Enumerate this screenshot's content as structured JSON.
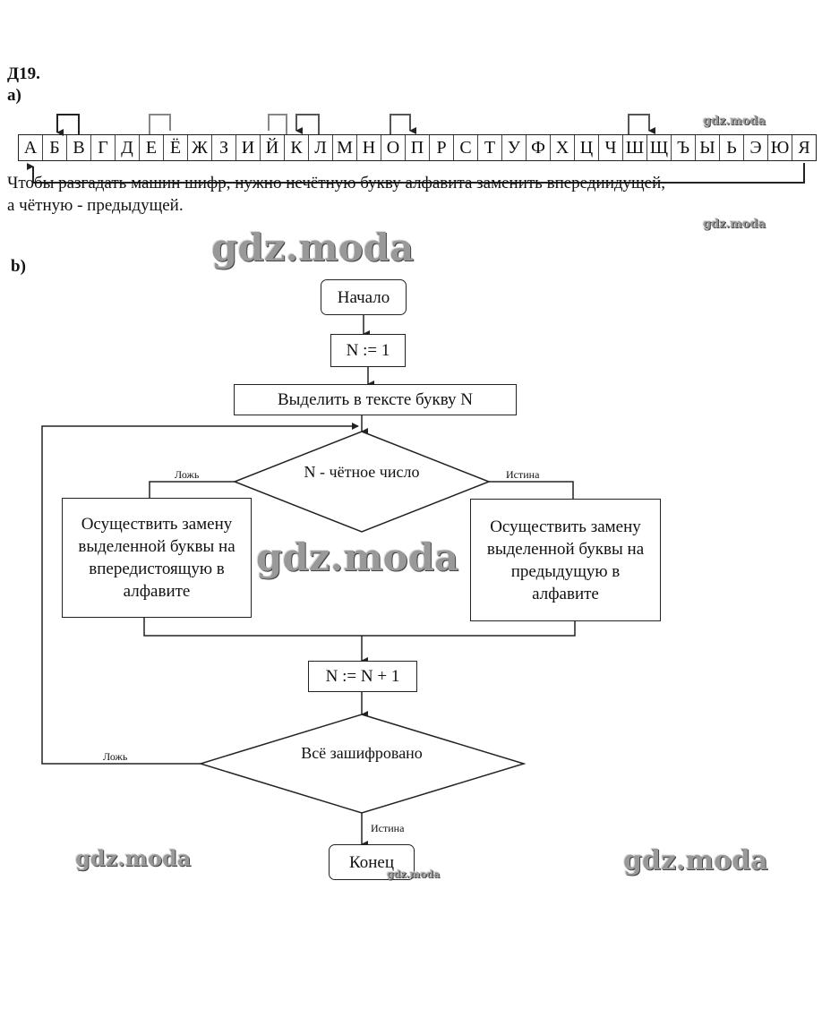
{
  "task": "Д19.",
  "part_a": "а)",
  "part_b": "b)",
  "alphabet": [
    "А",
    "Б",
    "В",
    "Г",
    "Д",
    "Е",
    "Ё",
    "Ж",
    "З",
    "И",
    "Й",
    "К",
    "Л",
    "М",
    "Н",
    "О",
    "П",
    "Р",
    "С",
    "Т",
    "У",
    "Ф",
    "Х",
    "Ц",
    "Ч",
    "Ш",
    "Щ",
    "Ъ",
    "Ы",
    "Ь",
    "Э",
    "Ю",
    "Я"
  ],
  "explanation_line1": "Чтобы разгадать машин шифр, нужно нечётную букву алфавита заменить впередиидущей,",
  "explanation_line2": "а чётную - предыдущей.",
  "flow": {
    "start": "Начало",
    "init": "N := 1",
    "select": "Выделить в тексте букву N",
    "cond1": "N - чётное число",
    "false1": "Ложь",
    "true1": "Истина",
    "left_action": "Осуществить замену выделенной буквы на впередистоящую в алфавите",
    "right_action": "Осуществить замену выделенной буквы на предыдущую в алфавите",
    "increment": "N := N + 1",
    "cond2": "Всё зашифровано",
    "false2": "Ложь",
    "true2": "Истина",
    "end": "Конец"
  },
  "watermark": "gdz.moda"
}
